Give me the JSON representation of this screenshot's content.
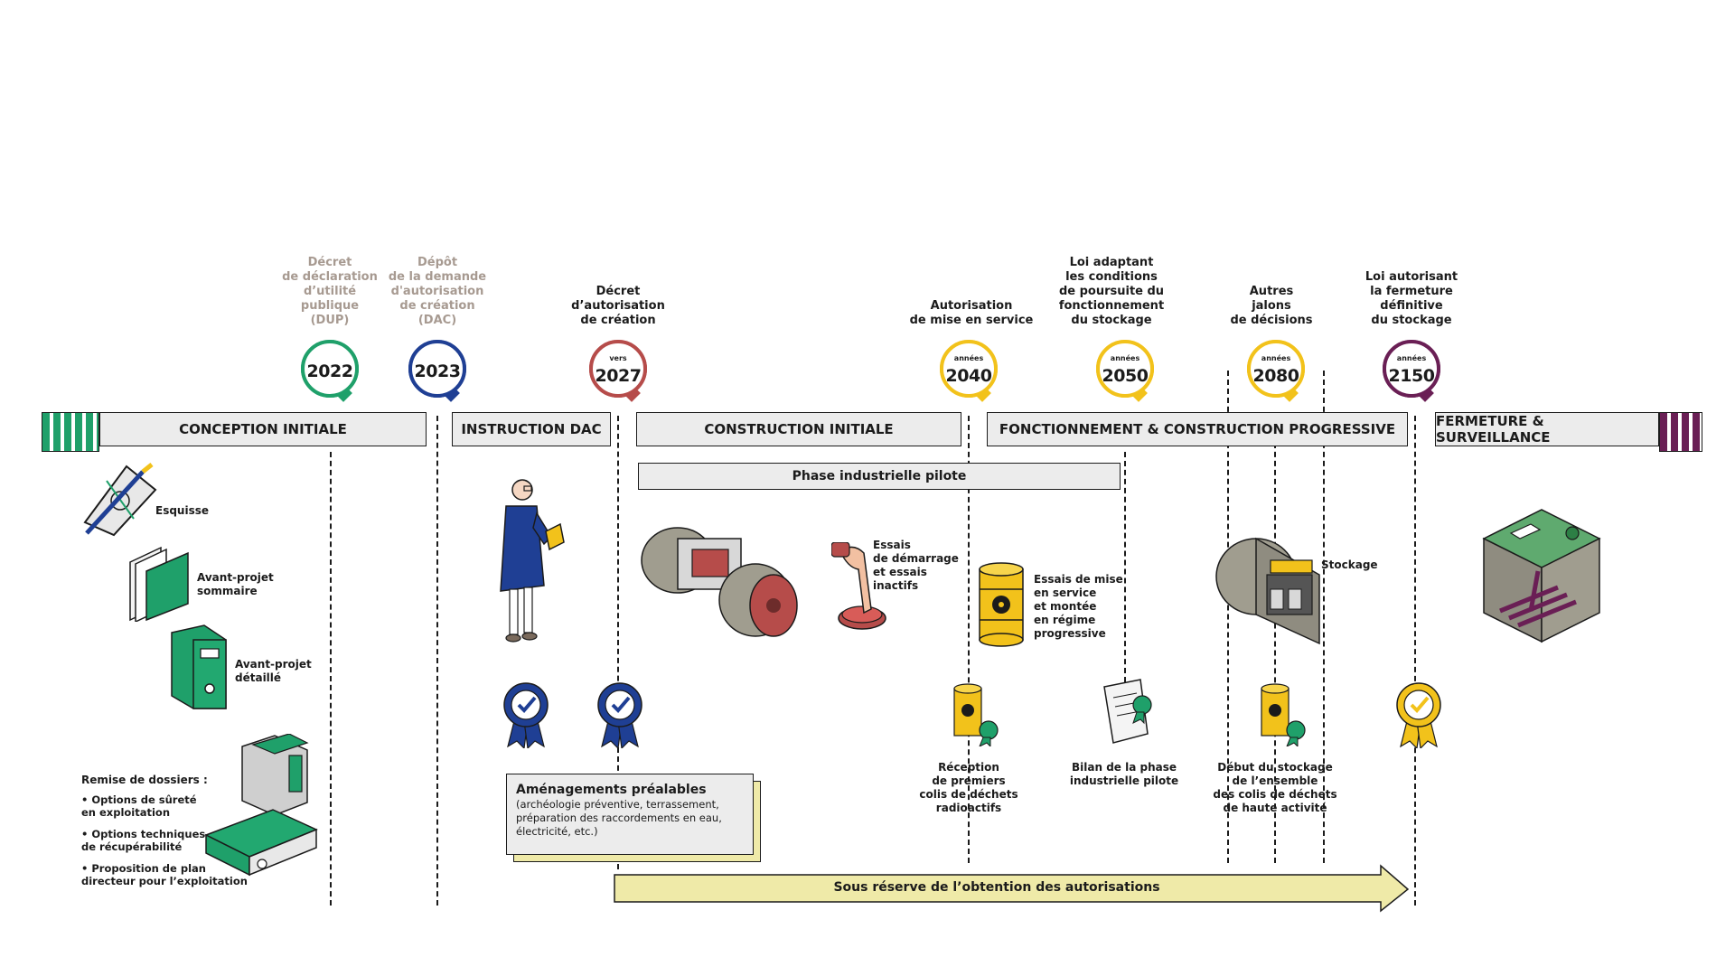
{
  "colors": {
    "green": "#1fa06a",
    "blue": "#1f3f94",
    "red": "#b64c4a",
    "yellow": "#f2c21b",
    "purple": "#6a1f55",
    "paleYellow": "#efeaa8"
  },
  "milestones": [
    {
      "id": "dup",
      "label": "Décret\nde déclaration\nd’utilité\npublique\n(DUP)",
      "pre": "",
      "year": "2022",
      "color": "green",
      "grey": true
    },
    {
      "id": "dac",
      "label": "Dépôt\nde la demande\nd'autorisation\nde création\n(DAC)",
      "pre": "",
      "year": "2023",
      "color": "blue",
      "grey": true
    },
    {
      "id": "decret",
      "label": "Décret\nd’autorisation\nde création",
      "pre": "vers",
      "year": "2027",
      "color": "red",
      "grey": false
    },
    {
      "id": "mes",
      "label": "Autorisation\nde mise en service",
      "pre": "années",
      "year": "2040",
      "color": "yellow",
      "grey": false
    },
    {
      "id": "loi",
      "label": "Loi adaptant\nles conditions\nde poursuite du\nfonctionnement\ndu stockage",
      "pre": "années",
      "year": "2050",
      "color": "yellow",
      "grey": false
    },
    {
      "id": "autres",
      "label": "Autres\njalons\nde décisions",
      "pre": "années",
      "year": "2080",
      "color": "yellow",
      "grey": false
    },
    {
      "id": "fermeture",
      "label": "Loi autorisant\nla fermeture\ndéfinitive\ndu stockage",
      "pre": "années",
      "year": "2150",
      "color": "purple",
      "grey": false
    }
  ],
  "phases": [
    {
      "id": "conception",
      "label": "CONCEPTION INITIALE",
      "color": "green"
    },
    {
      "id": "instruction",
      "label": "INSTRUCTION DAC",
      "color": "blue"
    },
    {
      "id": "construction",
      "label": "CONSTRUCTION INITIALE",
      "color": "red"
    },
    {
      "id": "fonctionnement",
      "label": "FONCTIONNEMENT & CONSTRUCTION PROGRESSIVE",
      "color": "yellow"
    },
    {
      "id": "fermeture",
      "label": "FERMETURE & SURVEILLANCE",
      "color": "purple"
    }
  ],
  "pilot_phase": "Phase industrielle pilote",
  "conception_items": {
    "esquisse": "Esquisse",
    "avant_projet_sommaire": "Avant-projet\nsommaire",
    "avant_projet_detaille": "Avant-projet\ndétaillé",
    "remise_title": "Remise de dossiers :",
    "remise_items": [
      "• Options de sûreté\n   en exploitation",
      "• Options techniques\n   de récupérabilité",
      "• Proposition de plan\n   directeur pour l’exploitation"
    ]
  },
  "construction_items": {
    "essais_demarrage": "Essais\nde démarrage\net essais\ninactifs",
    "essais_mise_en_service": "Essais de mise\nen service\net montée\nen régime\nprogressive",
    "stockage": "Stockage"
  },
  "amenagements": {
    "title": "Aménagements préalables",
    "body": "(archéologie préventive, terrassement,\npréparation des raccordements en eau,\nélectricité, etc.)"
  },
  "bottom_labels": {
    "reception": "Réception\nde premiers\ncolis de déchets\nradioactifs",
    "bilan": "Bilan de la phase\nindustrielle pilote",
    "debut": "Début du stockage\nde l’ensemble\ndes colis de déchets\nde haute activité"
  },
  "arrow_label": "Sous réserve de l’obtention des autorisations",
  "icons": [
    "sketch-icon",
    "folder-icon",
    "binder-icon",
    "document-stack-icon",
    "scientist-icon",
    "tunnel-boring-machine-icon",
    "push-button-icon",
    "radioactive-barrel-icon",
    "storage-cell-icon",
    "repository-closure-icon",
    "approval-rosette-icon",
    "certificate-scroll-icon"
  ]
}
